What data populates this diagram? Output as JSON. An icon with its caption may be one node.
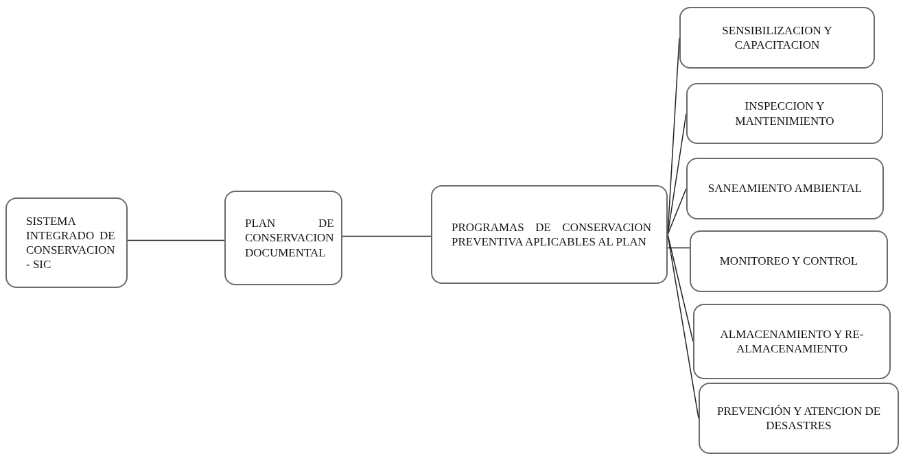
{
  "diagram": {
    "nodes": [
      {
        "text": [
          "SISTEMA INTEGRADO DE CONSERVACION - SIC"
        ]
      },
      {
        "text": [
          "PLAN DE CONSERVACION DOCUMENTAL"
        ]
      },
      {
        "text": [
          "PROGRAMAS DE CONSERVACION PREVENTIVA APLICABLES AL PLAN"
        ]
      },
      {
        "text": [
          "SENSIBILIZACION Y CAPACITACION"
        ]
      },
      {
        "text": [
          "INSPECCION Y MANTENIMIENTO"
        ]
      },
      {
        "text": [
          "SANEAMIENTO AMBIENTAL"
        ]
      },
      {
        "text": [
          "MONITOREO Y CONTROL"
        ]
      },
      {
        "text": [
          "ALMACENAMIENTO Y RE- ALMACENAMIENTO"
        ]
      },
      {
        "text": [
          "PREVENCIÓN Y ATENCION DE DESASTRES"
        ]
      }
    ],
    "edges": [
      {
        "from": 0,
        "to": 1,
        "arrow": "none"
      },
      {
        "from": 1,
        "to": 2,
        "arrow": "none"
      },
      {
        "from": 2,
        "to": 3,
        "arrow": "none"
      },
      {
        "from": 2,
        "to": 4,
        "arrow": "none"
      },
      {
        "from": 2,
        "to": 5,
        "arrow": "none"
      },
      {
        "from": 2,
        "to": 6,
        "arrow": "none"
      },
      {
        "from": 2,
        "to": 7,
        "arrow": "none"
      },
      {
        "from": 2,
        "to": 8,
        "arrow": "none"
      }
    ]
  }
}
